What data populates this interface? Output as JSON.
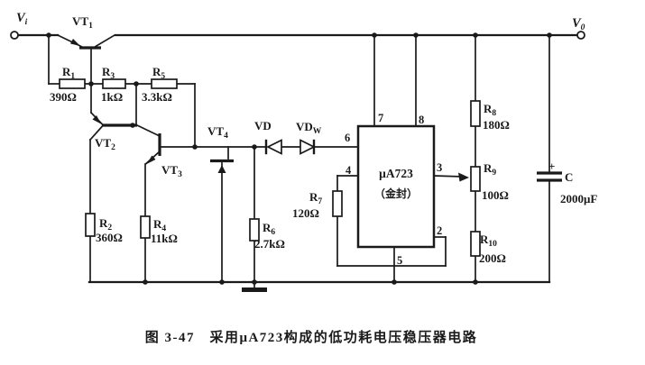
{
  "colors": {
    "ink": "#1a1a1a",
    "background": "#ffffff"
  },
  "terminals": {
    "input": {
      "main": "V",
      "sub": "i"
    },
    "output": {
      "main": "V",
      "sub": "0"
    }
  },
  "transistors": [
    {
      "main": "VT",
      "sub": "1"
    },
    {
      "main": "VT",
      "sub": "2"
    },
    {
      "main": "VT",
      "sub": "3"
    },
    {
      "main": "VT",
      "sub": "4"
    }
  ],
  "diodes": [
    {
      "main": "VD",
      "sub": ""
    },
    {
      "main": "VD",
      "sub": "W"
    }
  ],
  "resistors": [
    {
      "name": {
        "main": "R",
        "sub": "1"
      },
      "value": "390Ω"
    },
    {
      "name": {
        "main": "R",
        "sub": "2"
      },
      "value": "360Ω"
    },
    {
      "name": {
        "main": "R",
        "sub": "3"
      },
      "value": "1kΩ"
    },
    {
      "name": {
        "main": "R",
        "sub": "4"
      },
      "value": "11kΩ"
    },
    {
      "name": {
        "main": "R",
        "sub": "5"
      },
      "value": "3.3kΩ"
    },
    {
      "name": {
        "main": "R",
        "sub": "6"
      },
      "value": "2.7kΩ"
    },
    {
      "name": {
        "main": "R",
        "sub": "7"
      },
      "value": "120Ω"
    },
    {
      "name": {
        "main": "R",
        "sub": "8"
      },
      "value": "180Ω"
    },
    {
      "name": {
        "main": "R",
        "sub": "9"
      },
      "value": "100Ω"
    },
    {
      "name": {
        "main": "R",
        "sub": "10"
      },
      "value": "200Ω"
    }
  ],
  "capacitor": {
    "name": "C",
    "value": "2000μF",
    "polarity": "+"
  },
  "ic": {
    "name": "μA723",
    "package": "（金封）",
    "pins": {
      "p7": "7",
      "p8": "8",
      "p6": "6",
      "p4": "4",
      "p3": "3",
      "p2": "2",
      "p5": "5"
    }
  },
  "caption": "图 3-47　采用μA723构成的低功耗电压稳压器电路"
}
